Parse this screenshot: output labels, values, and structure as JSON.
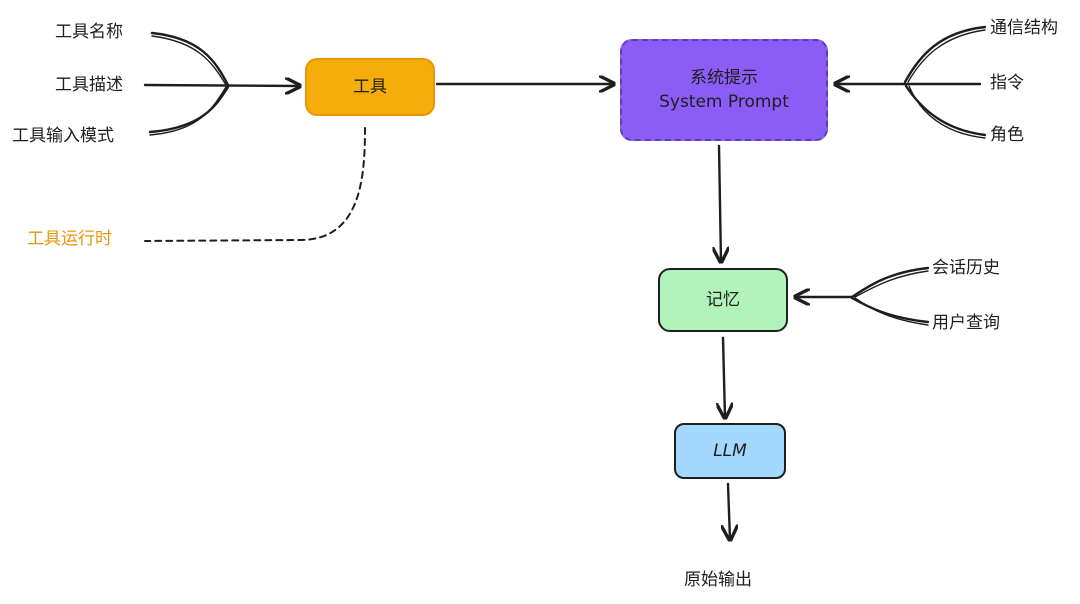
{
  "nodes": {
    "tools": "工具",
    "system_prompt": {
      "line1": "系统提示",
      "line2": "System Prompt"
    },
    "memory": "记忆",
    "llm": "LLM"
  },
  "tool_inputs": [
    "工具名称",
    "工具描述",
    "工具输入模式"
  ],
  "tool_runtime": "工具运行时",
  "system_inputs": [
    "通信结构",
    "指令",
    "角色"
  ],
  "memory_inputs": [
    "会话历史",
    "用户查询"
  ],
  "output": "原始输出",
  "colors": {
    "tools": "#f5ad0b",
    "system_prompt": "#8c5cf6",
    "memory": "#b2f2bb",
    "llm": "#a5d8ff",
    "runtime_text": "#e8950a"
  }
}
